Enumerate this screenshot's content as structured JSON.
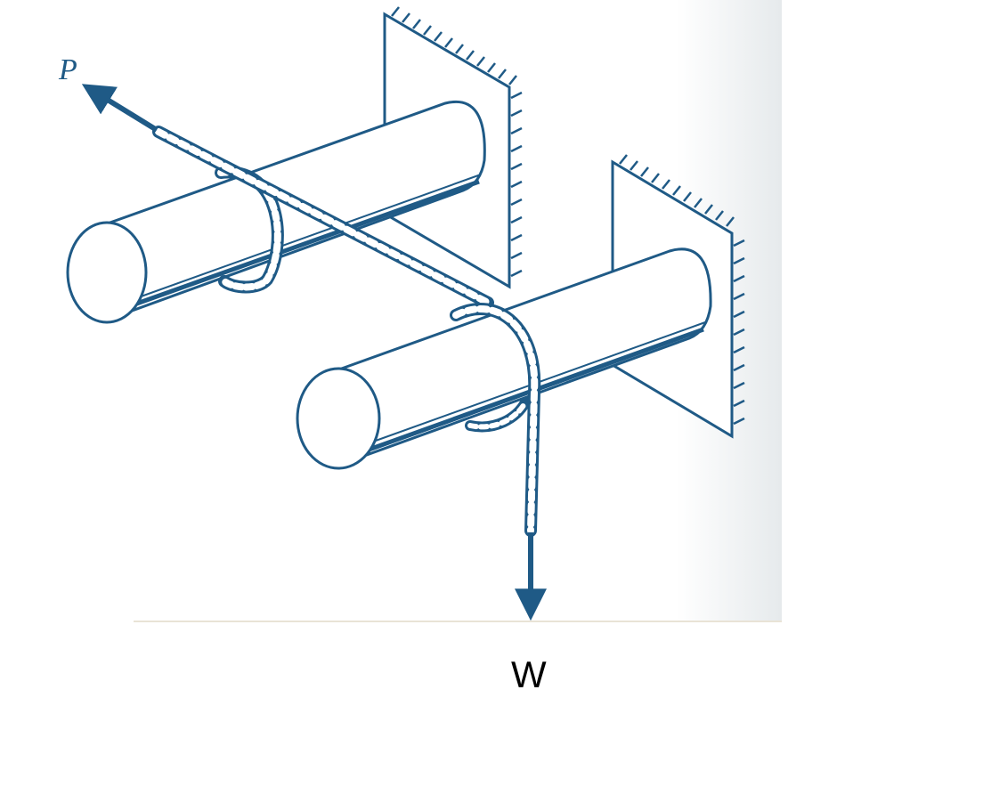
{
  "labels": {
    "p": "P",
    "w": "W"
  },
  "colors": {
    "ink": "#1f5a86",
    "paper": "#ffffff",
    "scan_shade": "#eef1f2"
  },
  "components": [
    "rod-upper",
    "rod-lower",
    "wall-upper",
    "wall-lower",
    "rope",
    "force-arrow-p",
    "force-arrow-w"
  ]
}
